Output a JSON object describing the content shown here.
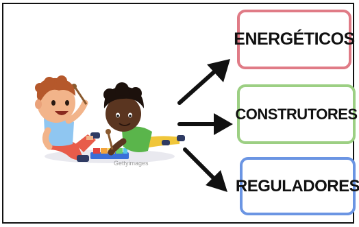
{
  "boxes": {
    "energeticos": {
      "label": "ENERGÉTICOS",
      "color": "#e07b86"
    },
    "construtores": {
      "label": "CONSTRUTORES",
      "color": "#9ccf83"
    },
    "reguladores": {
      "label": "REGULADORES",
      "color": "#6b95e3"
    }
  },
  "illustration": {
    "watermark": "Gettyimages",
    "icon": "children-playing-xylophone-illustration"
  },
  "arrows": [
    "arrow-up-right",
    "arrow-right",
    "arrow-down-right"
  ]
}
